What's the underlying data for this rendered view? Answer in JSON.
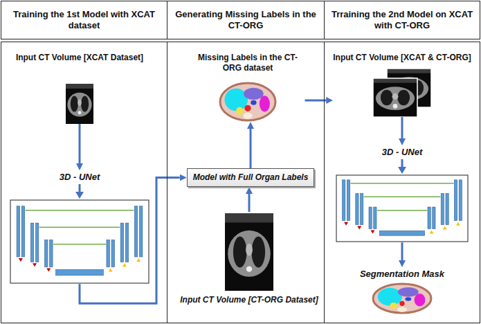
{
  "diagram": {
    "nodes": [
      {
        "text": [
          "Training the 1st Model with XCAT dataset"
        ]
      },
      {
        "text": [
          "Input CT Volume [XCAT Dataset]"
        ],
        "in": 0
      },
      {
        "text": [
          "3D - UNet"
        ],
        "in": 0
      },
      {
        "text": [
          "Generating Missing Labels in the CT-ORG"
        ]
      },
      {
        "text": [
          "Missing Labels in the CT-ORG dataset"
        ],
        "in": 3
      },
      {
        "text": [
          "Model with Full Organ Labels"
        ],
        "in": 3
      },
      {
        "text": [
          "Input CT Volume [CT-ORG Dataset]"
        ],
        "in": 3
      },
      {
        "text": [
          "Trraining the 2nd Model on XCAT with CT-ORG"
        ]
      },
      {
        "text": [
          "Input CT Volume [XCAT & CT-ORG]"
        ],
        "in": 7
      },
      {
        "text": [
          "3D - UNet"
        ],
        "in": 7
      },
      {
        "text": [
          "Segmentation Mask"
        ],
        "in": 7
      }
    ],
    "edges": [
      {
        "from": 1,
        "to": 2,
        "arrow": "to"
      },
      {
        "from": 2,
        "to": 5,
        "arrow": "to"
      },
      {
        "from": 6,
        "to": 5,
        "arrow": "to"
      },
      {
        "from": 5,
        "to": 4,
        "arrow": "to"
      },
      {
        "from": 4,
        "to": 8,
        "arrow": "to"
      },
      {
        "from": 8,
        "to": 9,
        "arrow": "to"
      },
      {
        "from": 9,
        "to": 10,
        "arrow": "to"
      }
    ]
  }
}
